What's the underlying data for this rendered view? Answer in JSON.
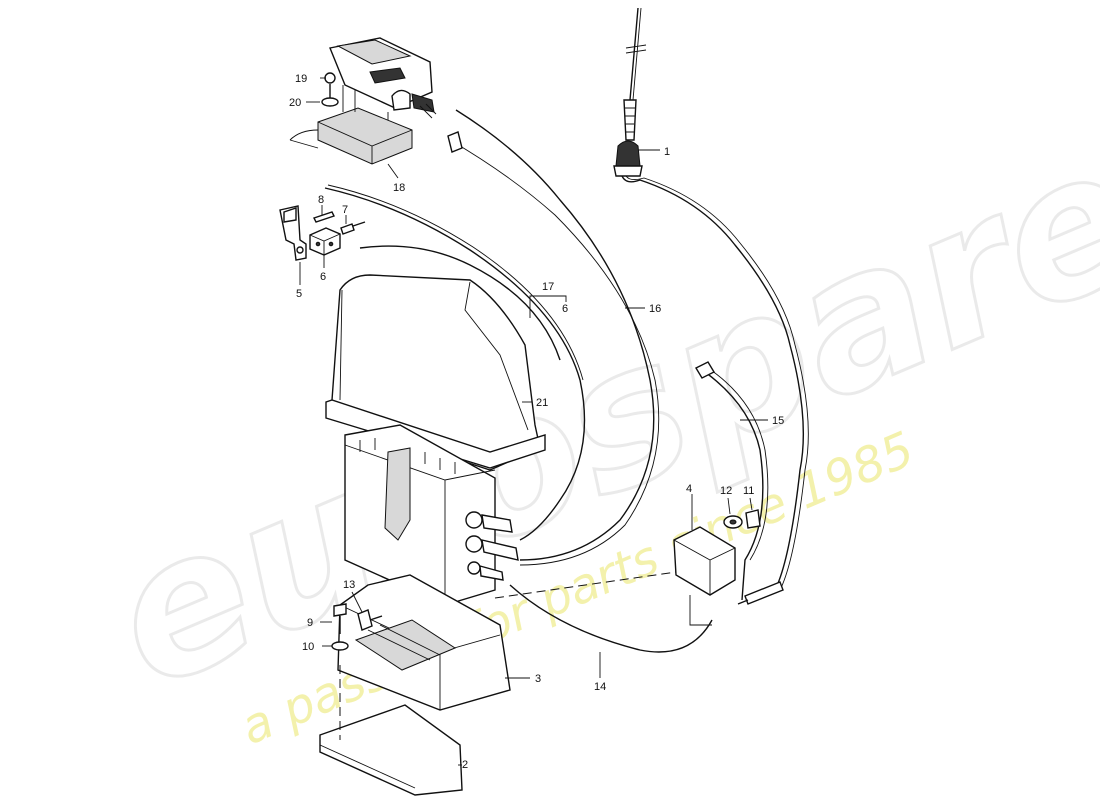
{
  "watermark": {
    "brand": "eurospares",
    "tagline": "a passion for parts since 1985",
    "brand_color": "#d9d9d9",
    "tagline_color": "#f2ef9e"
  },
  "callouts": [
    {
      "id": "1",
      "text": "1"
    },
    {
      "id": "2",
      "text": "2"
    },
    {
      "id": "3",
      "text": "3"
    },
    {
      "id": "4",
      "text": "4"
    },
    {
      "id": "5",
      "text": "5"
    },
    {
      "id": "6a",
      "text": "6"
    },
    {
      "id": "6b",
      "text": "6"
    },
    {
      "id": "7",
      "text": "7"
    },
    {
      "id": "8",
      "text": "8"
    },
    {
      "id": "9",
      "text": "9"
    },
    {
      "id": "10",
      "text": "10"
    },
    {
      "id": "11",
      "text": "11"
    },
    {
      "id": "12",
      "text": "12"
    },
    {
      "id": "13",
      "text": "13"
    },
    {
      "id": "14",
      "text": "14"
    },
    {
      "id": "15",
      "text": "15"
    },
    {
      "id": "16",
      "text": "16"
    },
    {
      "id": "17",
      "text": "17"
    },
    {
      "id": "18",
      "text": "18"
    },
    {
      "id": "19",
      "text": "19"
    },
    {
      "id": "20",
      "text": "20"
    },
    {
      "id": "21",
      "text": "21"
    }
  ]
}
